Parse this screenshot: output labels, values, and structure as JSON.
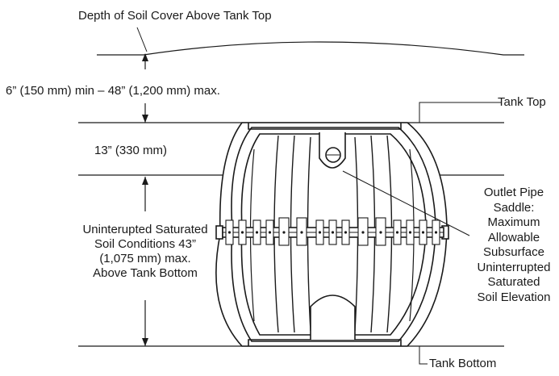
{
  "labels": {
    "depth_of_cover": "Depth of Soil Cover Above Tank Top",
    "cover_range": "6” (150 mm) min – 48” (1,200 mm) max.",
    "tank_top": "Tank Top",
    "tank_top_offset": "13” (330 mm)",
    "saturated_soil": [
      "Uninterupted Saturated",
      "Soil Conditions 43”",
      "(1,075 mm) max.",
      "Above Tank Bottom"
    ],
    "outlet_saddle": [
      "Outlet Pipe",
      "Saddle:",
      "Maximum",
      "Allowable",
      "Subsurface",
      "Uninterrupted",
      "Saturated",
      "Soil Elevation"
    ],
    "tank_bottom": "Tank Bottom"
  },
  "icons": {
    "tank": "tank-drawing-icon",
    "arrow": "arrow-icon"
  },
  "colors": {
    "line": "#1a1a1a",
    "tank_fill": "#ffffff"
  }
}
